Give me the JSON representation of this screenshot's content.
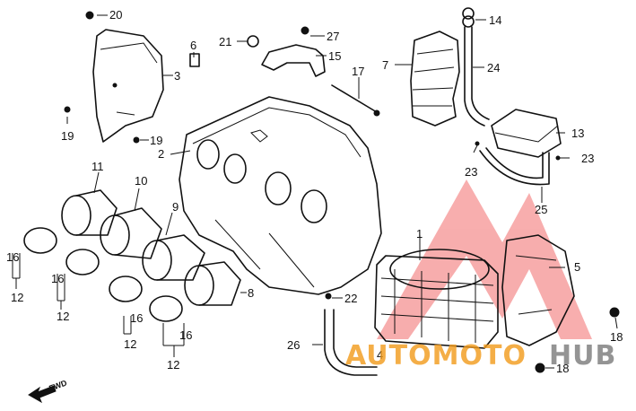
{
  "diagram": {
    "watermark": {
      "brand_part1": "AUTOMOTO",
      "brand_part2": "HUB"
    },
    "direction_label": "FWD",
    "callouts": [
      {
        "id": "c1",
        "label": "1"
      },
      {
        "id": "c2",
        "label": "2"
      },
      {
        "id": "c3",
        "label": "3"
      },
      {
        "id": "c4",
        "label": "4"
      },
      {
        "id": "c5",
        "label": "5"
      },
      {
        "id": "c6",
        "label": "6"
      },
      {
        "id": "c7",
        "label": "7"
      },
      {
        "id": "c8",
        "label": "8"
      },
      {
        "id": "c9",
        "label": "9"
      },
      {
        "id": "c10",
        "label": "10"
      },
      {
        "id": "c11",
        "label": "11"
      },
      {
        "id": "c12a",
        "label": "12"
      },
      {
        "id": "c12b",
        "label": "12"
      },
      {
        "id": "c12c",
        "label": "12"
      },
      {
        "id": "c12d",
        "label": "12"
      },
      {
        "id": "c13",
        "label": "13"
      },
      {
        "id": "c14",
        "label": "14"
      },
      {
        "id": "c15",
        "label": "15"
      },
      {
        "id": "c16a",
        "label": "16"
      },
      {
        "id": "c16b",
        "label": "16"
      },
      {
        "id": "c16c",
        "label": "16"
      },
      {
        "id": "c16d",
        "label": "16"
      },
      {
        "id": "c17",
        "label": "17"
      },
      {
        "id": "c18a",
        "label": "18"
      },
      {
        "id": "c18b",
        "label": "18"
      },
      {
        "id": "c19a",
        "label": "19"
      },
      {
        "id": "c19b",
        "label": "19"
      },
      {
        "id": "c20",
        "label": "20"
      },
      {
        "id": "c21",
        "label": "21"
      },
      {
        "id": "c22",
        "label": "22"
      },
      {
        "id": "c23a",
        "label": "23"
      },
      {
        "id": "c23b",
        "label": "23"
      },
      {
        "id": "c24",
        "label": "24"
      },
      {
        "id": "c25",
        "label": "25"
      },
      {
        "id": "c26",
        "label": "26"
      },
      {
        "id": "c27",
        "label": "27"
      }
    ]
  }
}
